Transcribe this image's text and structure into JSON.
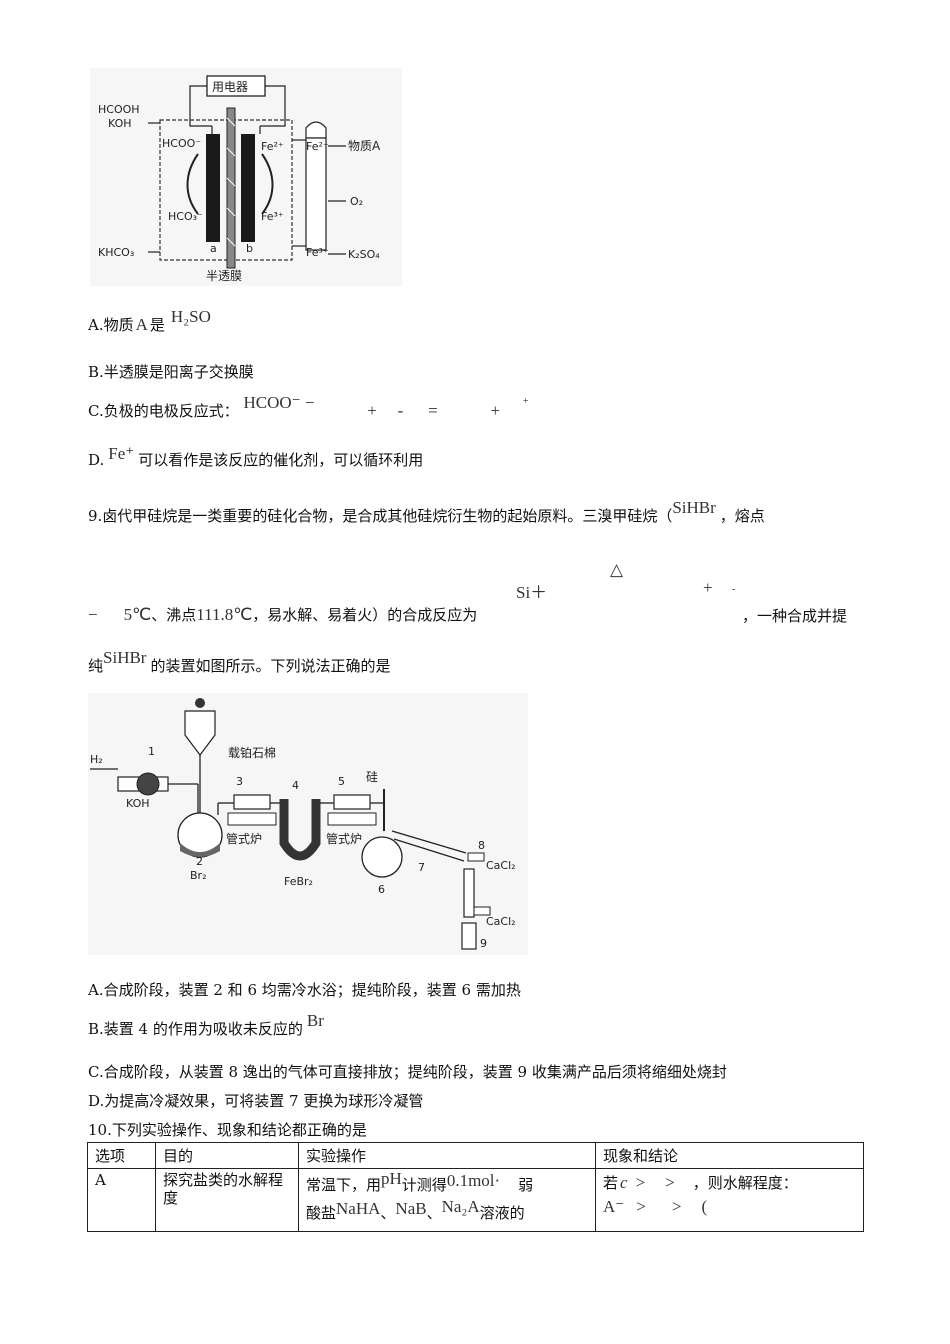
{
  "fig1": {
    "device": "用电器",
    "inlet_left_1": "HCOOH",
    "inlet_left_2": "KOH",
    "hcoo": "HCOO⁻",
    "hco3": "HCO₃⁻",
    "fe2_in": "Fe²⁺",
    "fe3_in": "Fe³⁺",
    "fe2_tube": "Fe²⁺",
    "fe3_tube": "Fe³⁺",
    "substance_a": "物质A",
    "o2": "O₂",
    "k2so4": "K₂SO₄",
    "khco3": "KHCO₃",
    "electrode_a": "a",
    "electrode_b": "b",
    "membrane": "半透膜"
  },
  "q8": {
    "optA": {
      "pre": "A.物质",
      "f1": "A",
      "mid": "是",
      "f2": "H₂SO"
    },
    "optB": "B.半透膜是阳离子交换膜",
    "optC": {
      "pre": "C.负极的电极反应式：",
      "f1": "HCOO⁻ −",
      "f2": "+",
      "f3": "-",
      "f4": "=",
      "f5": "+",
      "f6": "+"
    },
    "optD": {
      "pre": "D.",
      "f1": "Fe⁺",
      "post": "可以看作是该反应的催化剂，可以循环利用"
    }
  },
  "q9": {
    "line1_text": "9.卤代甲硅烷是一类重要的硅化合物，是合成其他硅烷衍生物的起始原料。三溴甲硅烷（",
    "line1_formula": "SiHBr",
    "line1_end": "，熔点",
    "eq_si": "Si＋",
    "eq_delta": "△",
    "eq_plus": "+",
    "eq_dash": "-",
    "line2_minus": "−",
    "line2_mp": "5℃",
    "line2_bp_pre": "、沸点",
    "line2_bp": "111.8℃",
    "line2_text": "，易水解、易着火）的合成反应为",
    "line2_end": "，一种合成并提",
    "line3_pre": "纯",
    "line3_formula": "SiHBr",
    "line3_text": "的装置如图所示。下列说法正确的是",
    "optA": "A.合成阶段，装置 2 和 6 均需冷水浴；提纯阶段，装置 6 需加热",
    "optB_pre": "B.装置 4 的作用为吸收未反应的",
    "optB_formula": "Br",
    "optC": "C.合成阶段，从装置 8 逸出的气体可直接排放；提纯阶段，装置 9 收集满产品后须将缩细处烧封",
    "optD": "D.为提高冷凝效果，可将装置 7 更换为球形冷凝管"
  },
  "fig2": {
    "h2": "H₂",
    "n1": "1",
    "koh": "KOH",
    "n2": "2",
    "br2": "Br₂",
    "n3": "3",
    "catalyst": "载铂石棉",
    "furnace1": "管式炉",
    "n4": "4",
    "febr2": "FeBr₂",
    "n5": "5",
    "si": "硅",
    "furnace2": "管式炉",
    "n6": "6",
    "n7": "7",
    "n8": "8",
    "cacl2_1": "CaCl₂",
    "cacl2_2": "CaCl₂",
    "n9": "9"
  },
  "q10": {
    "title": "10.下列实验操作、现象和结论都正确的是",
    "headers": [
      "选项",
      "目的",
      "实验操作",
      "现象和结论"
    ],
    "row1": {
      "option": "A",
      "purpose": "探究盐类的水解程度",
      "op_pre": "常温下，用",
      "op_ph": "pH",
      "op_mid": "计测得",
      "op_conc": "0.1mol·",
      "op_weak": "弱",
      "op_line2_pre": "酸盐",
      "op_s1": "NaHA",
      "op_sep1": "、",
      "op_s2": "NaB",
      "op_sep2": "、",
      "op_s3": "Na₂A",
      "op_end": "溶液的",
      "res_pre": "若",
      "res_c": "c",
      "res_gt1": ">",
      "res_gt2": ">",
      "res_text": "，则水解程度：",
      "res_line2_a": "A⁻",
      "res_gt3": ">",
      "res_gt4": ">",
      "res_tail": "("
    }
  }
}
